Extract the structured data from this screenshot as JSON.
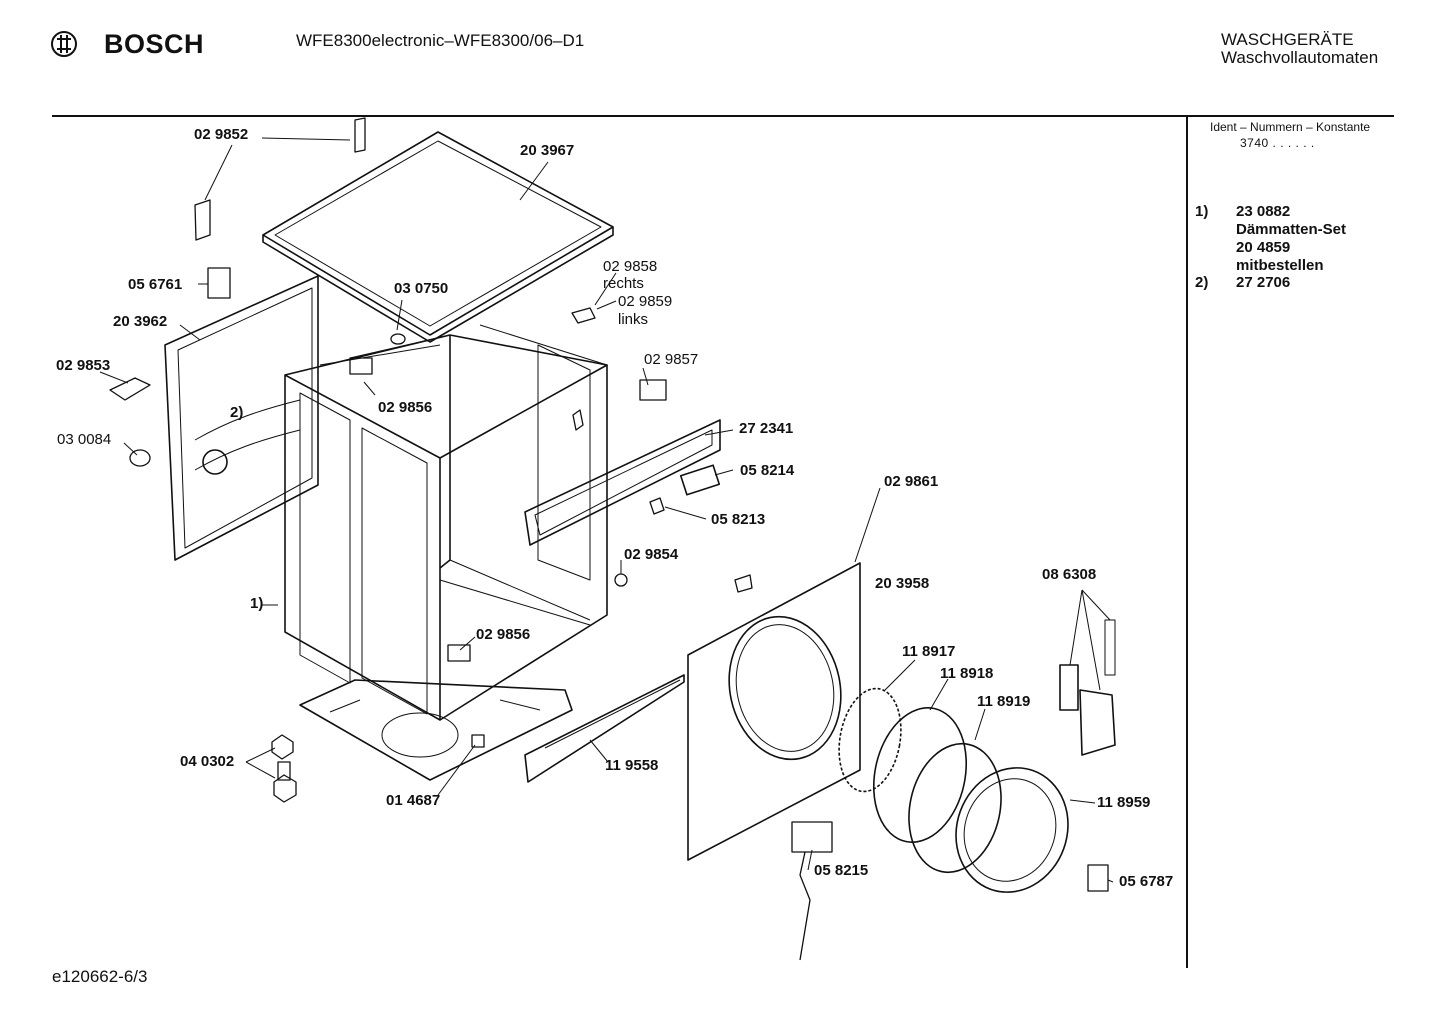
{
  "header": {
    "brand": "BOSCH",
    "model": "WFE8300electronic–WFE8300/06–D1",
    "category_line1": "WASCHGERÄTE",
    "category_line2": "Waschvollautomaten"
  },
  "ident": {
    "title": "Ident – Nummern – Konstante",
    "value": "3740 . . . . . ."
  },
  "notes": [
    {
      "marker": "1)",
      "lines": [
        "23 0882",
        "Dämmatten-Set",
        "20 4859",
        "mitbestellen"
      ]
    },
    {
      "marker": "2)",
      "lines": [
        "27 2706"
      ]
    }
  ],
  "parts": {
    "p029852": "02 9852",
    "p203967": "20 3967",
    "p056761": "05 6761",
    "p029858": "02 9858",
    "rechts": "rechts",
    "p029859": "02 9859",
    "links": "links",
    "p030750": "03 0750",
    "p203962": "20 3962",
    "p029853": "02 9853",
    "p029857": "02 9857",
    "ref2": "2)",
    "p029856a": "02 9856",
    "p030084": "03 0084",
    "p272341": "27 2341",
    "p058214": "05 8214",
    "p029861": "02 9861",
    "p058213": "05 8213",
    "p029854": "02 9854",
    "ref1": "1)",
    "p203958": "20 3958",
    "p086308": "08 6308",
    "p029856b": "02 9856",
    "p118917": "11 8917",
    "p118918": "11 8918",
    "p118919": "11 8919",
    "p040302": "04 0302",
    "p119558": "11 9558",
    "p118959": "11 8959",
    "p014687": "01 4687",
    "p058215": "05 8215",
    "p056787": "05 6787"
  },
  "footer": "e120662-6/3"
}
